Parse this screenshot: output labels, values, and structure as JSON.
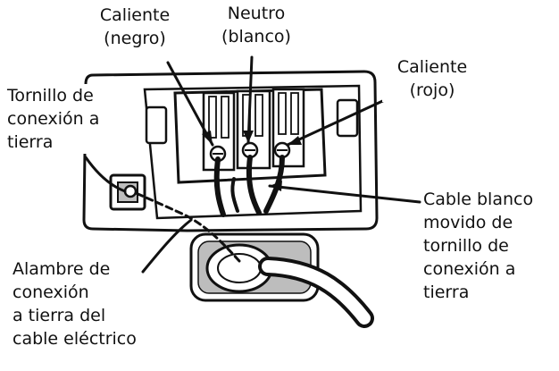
{
  "labels": {
    "caliente_negro": [
      "Caliente",
      "(negro)"
    ],
    "neutro_blanco": [
      "Neutro",
      "(blanco)"
    ],
    "caliente_rojo": [
      "Caliente",
      "(rojo)"
    ],
    "tornillo_tierra": [
      "Tornillo de",
      "conexión a",
      "tierra"
    ],
    "cable_blanco": [
      "Cable blanco",
      "movido de",
      "tornillo de",
      "conexión a",
      "tierra"
    ],
    "alambre_tierra": [
      "Alambre de",
      "conexión",
      "a tierra del",
      "cable eléctrico"
    ]
  },
  "colors": {
    "ink": "#111111",
    "background": "#ffffff",
    "shade": "#bdbdbd"
  }
}
